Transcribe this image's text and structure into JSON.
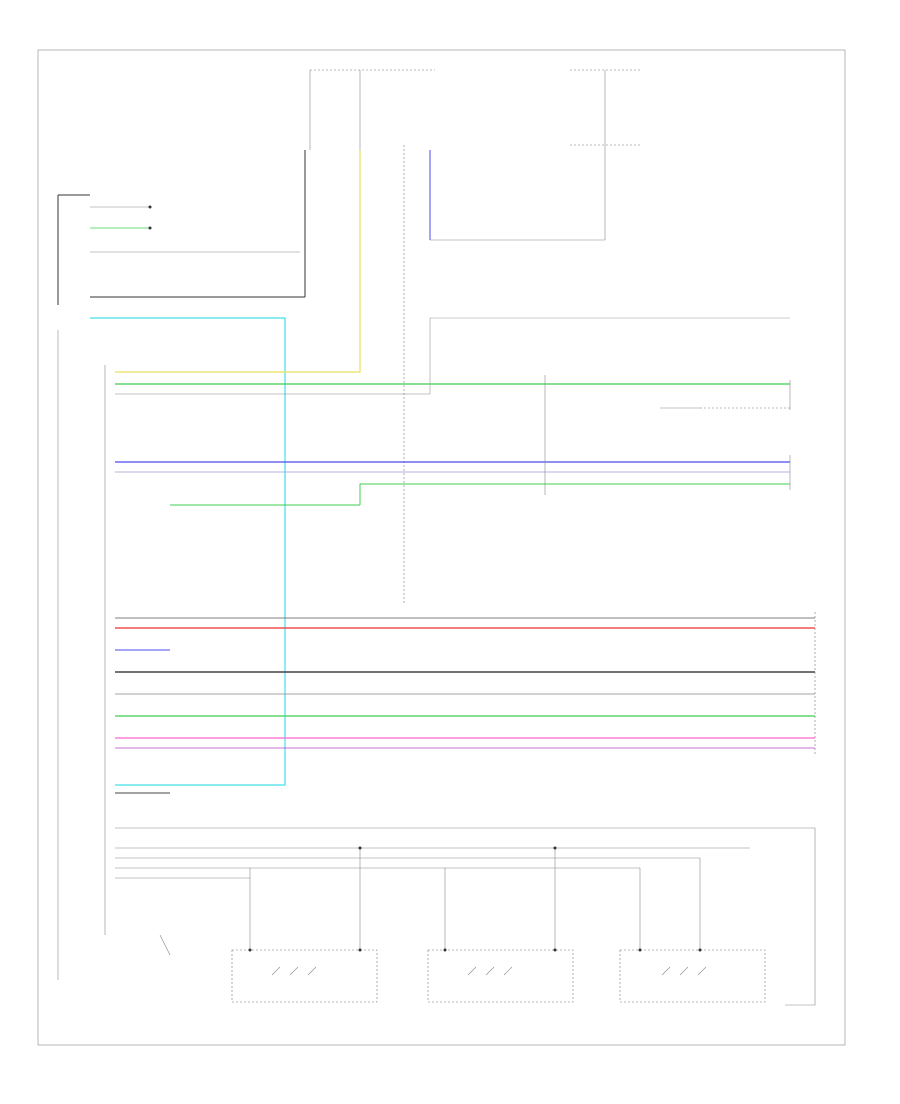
{
  "footer_code": "",
  "wires": [
    {
      "name": "yellow",
      "color": "#e8e05a"
    },
    {
      "name": "light-green",
      "color": "#3ccf4e"
    },
    {
      "name": "light-blue",
      "color": "#40e0e8"
    },
    {
      "name": "blue",
      "color": "#4a4af0"
    },
    {
      "name": "red",
      "color": "#ee3030"
    },
    {
      "name": "pink",
      "color": "#ff66cc"
    },
    {
      "name": "violet",
      "color": "#b040c0"
    },
    {
      "name": "dark-gray",
      "color": "#444444"
    },
    {
      "name": "gray",
      "color": "#999999"
    }
  ]
}
